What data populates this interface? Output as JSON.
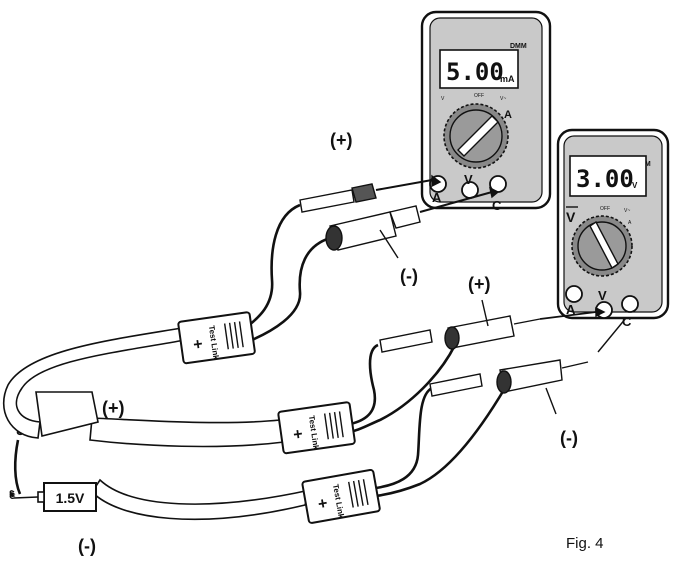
{
  "meter1": {
    "brand": "DMM",
    "reading": "5.00",
    "unit": "mA",
    "dial_top_left": "V",
    "dial_top_mid": "OFF",
    "dial_top_right": "V~",
    "dial_side": "A",
    "jacks": [
      "A",
      "V",
      "C"
    ]
  },
  "meter2": {
    "brand": "DMM",
    "reading": "3.00",
    "unit": "V",
    "dial_side": "V",
    "dial_top_mid": "OFF",
    "dial_top_right": "V~",
    "dial_right2": "A",
    "jacks": [
      "A",
      "V",
      "C"
    ]
  },
  "probe_labels": {
    "m1_pos": "(+)",
    "m1_neg": "(-)",
    "m2_pos": "(+)",
    "m2_neg": "(-)",
    "battery_pos": "(+)",
    "battery_neg": "(-)"
  },
  "battery": {
    "label": "1.5V"
  },
  "test_links": [
    {
      "plus": "+",
      "text": "Test Link"
    },
    {
      "plus": "+",
      "text": "Test Link"
    },
    {
      "plus": "+",
      "text": "Test Link"
    }
  ],
  "figure_caption": "Fig. 4"
}
